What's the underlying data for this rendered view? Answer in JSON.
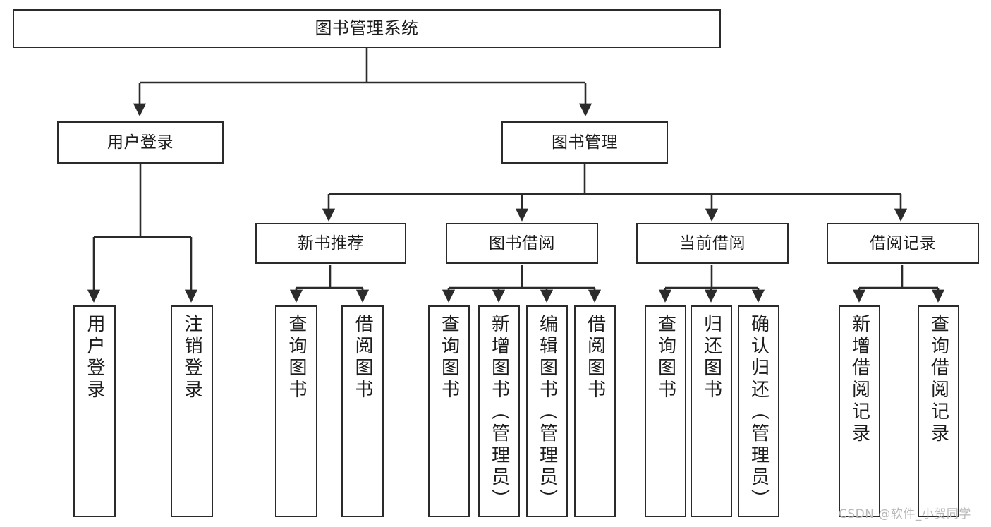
{
  "diagram": {
    "type": "tree-hierarchy-flowchart",
    "title": "图书管理系统",
    "orientation": "top-down",
    "colors": {
      "box_border": "#2b2b2b",
      "box_fill": "#ffffff",
      "connector": "#2b2b2b",
      "text": "#1c1c1c",
      "watermark": "#b8b8b8",
      "background": "#ffffff"
    },
    "nodes": {
      "root": {
        "id": "root",
        "label": "图书管理系统",
        "level": 0,
        "orientation": "horizontal"
      },
      "level1": [
        {
          "id": "user-login",
          "label": "用户登录",
          "level": 1,
          "orientation": "horizontal"
        },
        {
          "id": "book-management",
          "label": "图书管理",
          "level": 1,
          "orientation": "horizontal"
        }
      ],
      "level2": [
        {
          "id": "new-book-recommend",
          "label": "新书推荐",
          "level": 2,
          "orientation": "horizontal",
          "parent": "book-management"
        },
        {
          "id": "book-borrow",
          "label": "图书借阅",
          "level": 2,
          "orientation": "horizontal",
          "parent": "book-management"
        },
        {
          "id": "current-borrow",
          "label": "当前借阅",
          "level": 2,
          "orientation": "horizontal",
          "parent": "book-management"
        },
        {
          "id": "borrow-record",
          "label": "借阅记录",
          "level": 2,
          "orientation": "horizontal",
          "parent": "book-management"
        }
      ],
      "leaves": [
        {
          "id": "leaf-user-login",
          "label": "用户登录",
          "parent": "user-login",
          "orientation": "vertical"
        },
        {
          "id": "leaf-logout",
          "label": "注销登录",
          "parent": "user-login",
          "orientation": "vertical"
        },
        {
          "id": "leaf-query-book-1",
          "label": "查询图书",
          "parent": "new-book-recommend",
          "orientation": "vertical"
        },
        {
          "id": "leaf-borrow-book-1",
          "label": "借阅图书",
          "parent": "new-book-recommend",
          "orientation": "vertical"
        },
        {
          "id": "leaf-query-book-2",
          "label": "查询图书",
          "parent": "book-borrow",
          "orientation": "vertical"
        },
        {
          "id": "leaf-add-book",
          "label": "新增图书（管理员）",
          "parent": "book-borrow",
          "orientation": "vertical"
        },
        {
          "id": "leaf-edit-book",
          "label": "编辑图书（管理员）",
          "parent": "book-borrow",
          "orientation": "vertical"
        },
        {
          "id": "leaf-borrow-book-2",
          "label": "借阅图书",
          "parent": "book-borrow",
          "orientation": "vertical"
        },
        {
          "id": "leaf-query-book-3",
          "label": "查询图书",
          "parent": "current-borrow",
          "orientation": "vertical"
        },
        {
          "id": "leaf-return-book",
          "label": "归还图书",
          "parent": "current-borrow",
          "orientation": "vertical"
        },
        {
          "id": "leaf-confirm-return",
          "label": "确认归还（管理员）",
          "parent": "current-borrow",
          "orientation": "vertical"
        },
        {
          "id": "leaf-add-record",
          "label": "新增借阅记录",
          "parent": "borrow-record",
          "orientation": "vertical"
        },
        {
          "id": "leaf-query-record",
          "label": "查询借阅记录",
          "parent": "borrow-record",
          "orientation": "vertical"
        }
      ]
    },
    "watermark": "CSDN @软件_小贺同学"
  }
}
